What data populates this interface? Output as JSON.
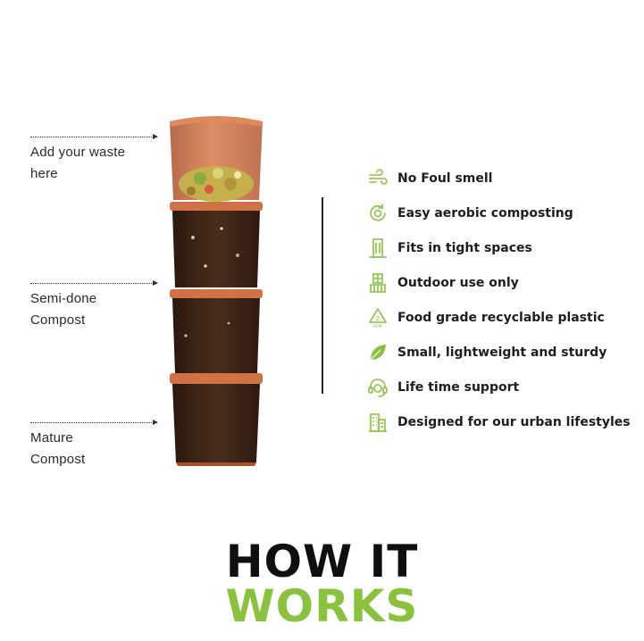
{
  "labels": {
    "add_waste": [
      "Add your waste",
      "here"
    ],
    "semi_done": [
      "Semi-done",
      "Compost"
    ],
    "mature": [
      "Mature",
      "Compost"
    ]
  },
  "features": [
    {
      "icon": "wind-icon",
      "text": "No Foul smell"
    },
    {
      "icon": "aerobic-cycle-icon",
      "text": "Easy aerobic composting"
    },
    {
      "icon": "narrow-bin-icon",
      "text": "Fits in tight spaces"
    },
    {
      "icon": "balcony-icon",
      "text": "Outdoor use only"
    },
    {
      "icon": "recycle-hdpe-icon",
      "text": "Food grade recyclable plastic"
    },
    {
      "icon": "leaf-icon",
      "text": "Small, lightweight and sturdy"
    },
    {
      "icon": "headset-icon",
      "text": "Life time support"
    },
    {
      "icon": "city-buildings-icon",
      "text": "Designed for our urban lifestyles"
    }
  ],
  "heading": {
    "line1": "HOW IT",
    "line2": "WORKS"
  },
  "colors": {
    "accent_green": "#8ac23f",
    "bin_terracotta": "#c9683e",
    "soil": "#3b2417",
    "text": "#1e1e1e"
  }
}
